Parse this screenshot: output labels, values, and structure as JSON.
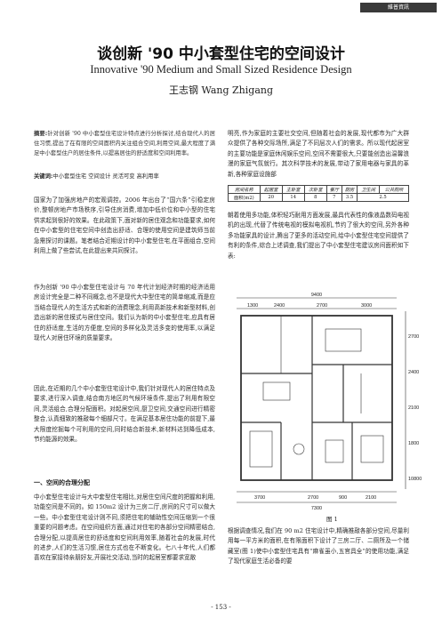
{
  "watermark": "維普資訊 http://www.cqvip.com",
  "title": "谈创新 '90 中小套型住宅的空间设计",
  "subtitle": "Innovative '90 Medium and Small Sized Residence Design",
  "author": "王志钢 Wang Zhigang",
  "abstract_label": "摘要:",
  "abstract": "针对创新 '90 中小套型住宅设计特点进行分析探讨,结合现代人的居住习惯,提出了在有限的空间面积内关注组合空间,利用空间,最大程度了满足中小套型住户的居住条件,以提高居住的舒适度和空间利用率。",
  "keywords_label": "关键词:",
  "keywords": "中小套型住宅 空间设计 灵活可变 高利用率",
  "left_p1": "国家为了加强房地产的宏观调控。2006 年出台了“国六条”引稳定房价,整顿房地产市场秩序,引导住房消费,增加中低价位和中小型的住宅供求起到很好的效果。在此政策下,面对新的居住观念和功能要求,如何在中小套型的住宅空间中创造出舒适、合理的使用空间是建筑师当前急需探讨的课题。笔者结合近期设计的中小套型住宅,在平面组合,空间利用上做了些尝试,在此提出来共同探讨。",
  "left_p2": "作为创新 '90 中小套型住宅设计与 70 年代计划经济时期的经济适用房设计完全是二种不同概念,也不是现代大中型住宅的简单缩减,而是应当结合现代人的生活方式和新的消费理念,利用高新技术和新型材料,创造出新的居住模式与居住空间。我们认为新的中小套型住宅,应具有居住的舒适度,生活的方便度,空间的多样化及灵活多变的使用率,以满足现代人对居住环境的质量要求。",
  "left_p3": "因此,在近期的几个中小套型住宅设计中,我们针对现代人的居住特点及要求,进行深入调查,结合南方地区的气候环境条件,提出了利用有限空间,灵活组合,合理分配面积。对起居空间,厨卫空间,交通空间进行精密整合,认真细致的推敲每个细部尺寸。在满足基本居住功能的前提下,最大限度挖掘每个可利用的空间,同时结合新技术,新材料达到降低成本,节约能源的效果。",
  "left_h1": "一、空间的合理分配",
  "left_p4": "中小套型住宅设计与大中套型住宅相比,对居住空间尺度的把握和利用,功能空间是不同的。如 150m2 设计为三房二厅,房间的尺寸可以做大一些。中小套型住宅设计则不同,须把住宅的辅助性空间压缩到一个很重要的问题考虑。在空间组织方面,通过对住宅的各部分空间精密结合,合理分配,以提高居住的舒适度和空间利用效率,随着社会的发展,时代的进步,人们的生活习惯,居住方式也在不断变化。七八十年代,人们都喜欢在家接待亲朋好友,开展社交活动,当时的起居室都要求宽敞",
  "right_p1": "明亮,作为家庭的主要社交空间,但随着社会的发展,现代都市为广大群众提供了各种交际场所,满足了不同层次人们的需求。所以现代起居室的主要功能是家庭休闲娱乐空间,空间不需要很大,只要能创造出温馨浪漫的家庭气氛就行。其次科学技术的发展,带动了家用电器与家具的革新,各种家庭设施部",
  "table_headers": [
    "房间名称",
    "起居室",
    "主卧室",
    "次卧室",
    "餐厅",
    "厨房",
    "卫生间",
    "公共厕所"
  ],
  "table_values": [
    "面积(m2)",
    "20",
    "14",
    "8",
    "7",
    "3.5",
    "2.5"
  ],
  "right_p2": "朝着使用多功能,体积轻巧耐用方面发展,最具代表性的像液晶数码电视机的出现,代替了传统电视的模拟电视机,节约了很大的空间,另外各种多功能家具的设计,腾出了更多的活动空间,给中小套型住宅空间提供了有利的条件,综合上述调查,我们提出了中小套型住宅建议房间面积如下表:",
  "plan_dims_top": [
    "9400",
    "1300",
    "2400",
    "2700",
    "3000"
  ],
  "plan_dims_bottom": [
    "3700",
    "2700",
    "900",
    "2100",
    "7300"
  ],
  "plan_dims_right": [
    "2700",
    "2400",
    "2100",
    "1800",
    "10800"
  ],
  "figure_caption": "图 1",
  "right_p3": "根据调查情况,我们在 90 m2 住宅设计中,精确推敲各部分空间,尽量利用每一平方米的面积,在有限面积下设计了三房二厅、二厕所及一个储藏室(图 1)使中小套型住宅具有“麻雀虽小,五官具全”的使用功能,满足了现代家庭生活必备的要",
  "page_number": "- 153 -"
}
